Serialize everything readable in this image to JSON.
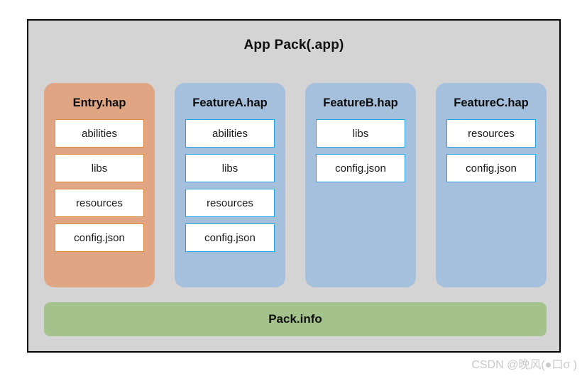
{
  "diagram": {
    "title": "App Pack(.app)",
    "background_color": "#d4d4d4",
    "border_color": "#000000",
    "columns": [
      {
        "name": "Entry.hap",
        "kind": "entry",
        "card_color": "#e0a582",
        "item_border_color": "#e08a3c",
        "items": [
          "abilities",
          "libs",
          "resources",
          "config.json"
        ]
      },
      {
        "name": "FeatureA.hap",
        "kind": "feature",
        "card_color": "#a5c0dc",
        "item_border_color": "#22a5de",
        "items": [
          "abilities",
          "libs",
          "resources",
          "config.json"
        ]
      },
      {
        "name": "FeatureB.hap",
        "kind": "feature",
        "card_color": "#a5c0dc",
        "item_border_color": "#22a5de",
        "items": [
          "libs",
          "config.json"
        ]
      },
      {
        "name": "FeatureC.hap",
        "kind": "feature",
        "card_color": "#a5c0dc",
        "item_border_color": "#22a5de",
        "items": [
          "resources",
          "config.json"
        ]
      }
    ],
    "footer_bar": {
      "label": "Pack.info",
      "color": "#a4c28b"
    }
  },
  "watermark": {
    "text": "CSDN @晚风(●口σ )",
    "color": "#c9c9c9"
  }
}
